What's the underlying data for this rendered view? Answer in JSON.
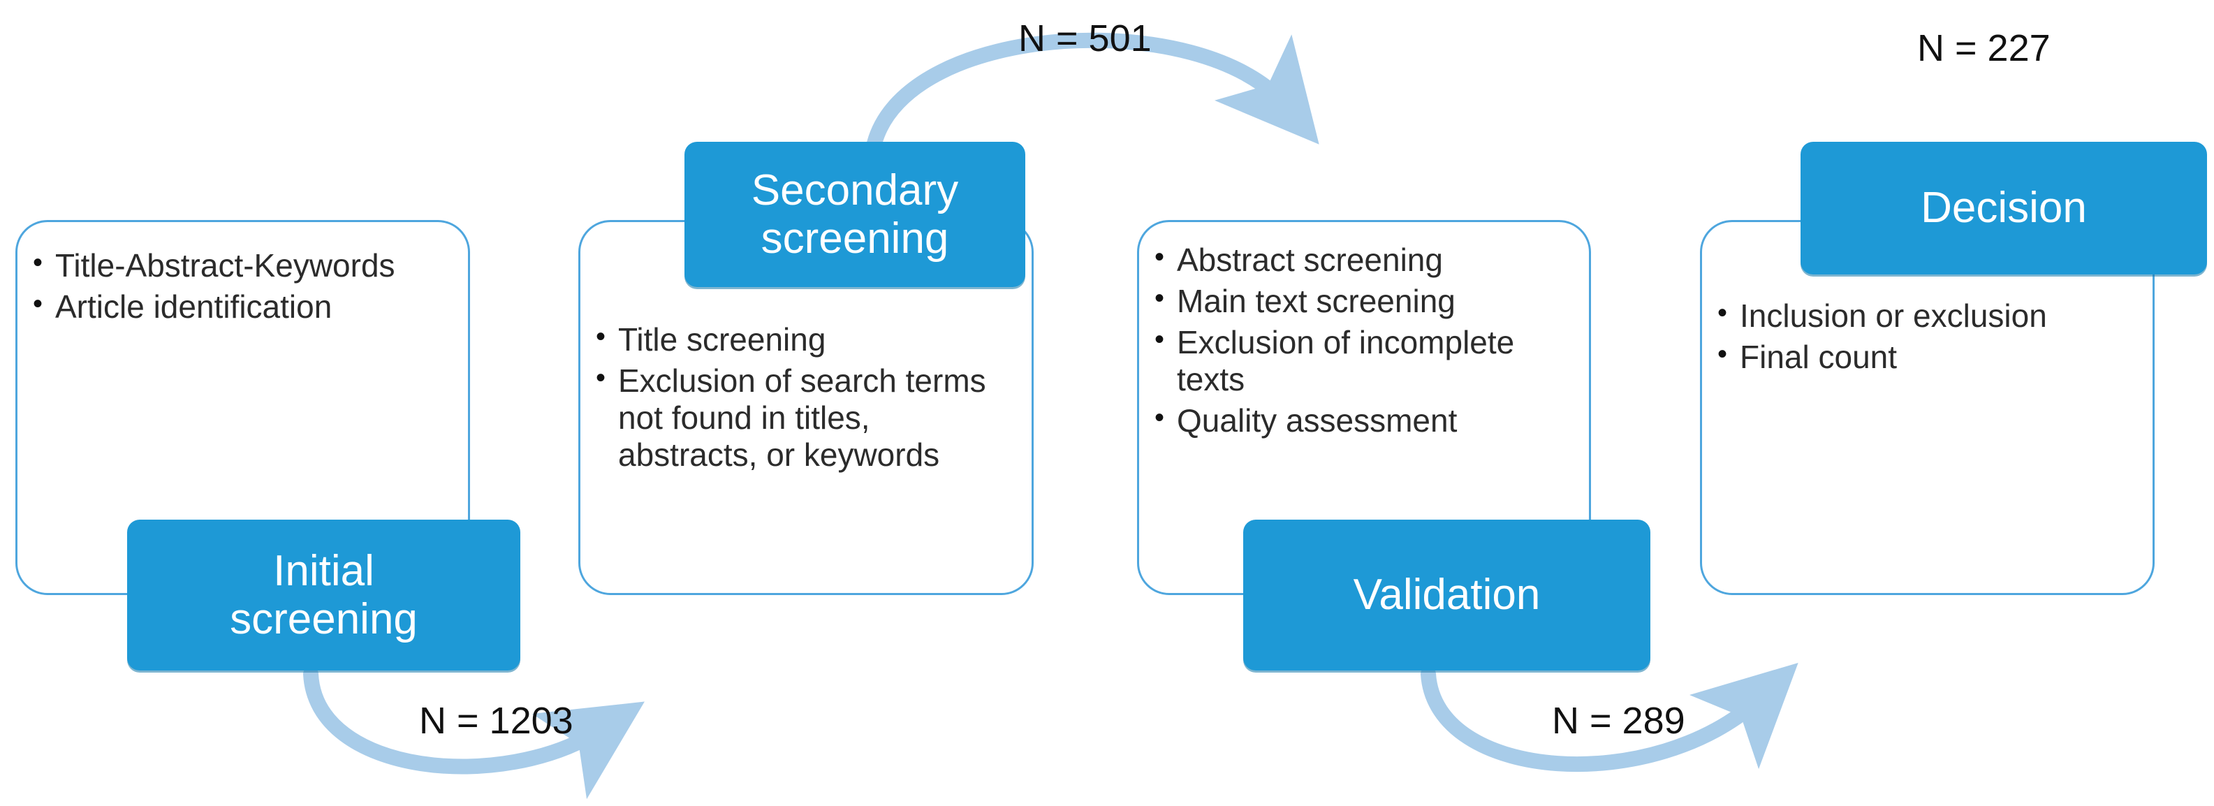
{
  "diagram": {
    "title": "Article screening flow diagram",
    "accent_blue": "#1E99D6",
    "card_border_blue": "#4EA6DE",
    "arrow_blue": "#A8CCE9",
    "text_color": "#2b2b2b"
  },
  "stages": [
    {
      "key": "initial-screening",
      "label": "Initial\nscreening",
      "label_line1": "Initial",
      "label_line2": "screening",
      "bullets": [
        "Title-Abstract-Keywords",
        "Article identification"
      ]
    },
    {
      "key": "secondary-screening",
      "label_line1": "Secondary",
      "label_line2": "screening",
      "bullets": [
        "Title screening",
        "Exclusion of search terms not found in titles, abstracts, or keywords"
      ]
    },
    {
      "key": "validation",
      "label_line1": "Validation",
      "label_line2": "",
      "bullets": [
        "Abstract screening",
        "Main text screening",
        "Exclusion of incomplete texts",
        "Quality assessment"
      ]
    },
    {
      "key": "decision",
      "label_line1": "Decision",
      "label_line2": "",
      "bullets": [
        "Inclusion or exclusion",
        "Final count"
      ]
    }
  ],
  "connectors": [
    {
      "key": "initial-to-secondary",
      "label": "N = 1203",
      "value": 1203,
      "from": "initial-screening",
      "to": "secondary-screening",
      "direction": "down-arc"
    },
    {
      "key": "secondary-to-validation",
      "label": "N = 501",
      "value": 501,
      "from": "secondary-screening",
      "to": "validation",
      "direction": "up-arc"
    },
    {
      "key": "validation-to-decision",
      "label": "N = 289",
      "value": 289,
      "from": "validation",
      "to": "decision",
      "direction": "down-arc"
    },
    {
      "key": "decision-final",
      "label": "N = 227",
      "value": 227,
      "from": "decision",
      "to": "final",
      "direction": "none"
    }
  ]
}
